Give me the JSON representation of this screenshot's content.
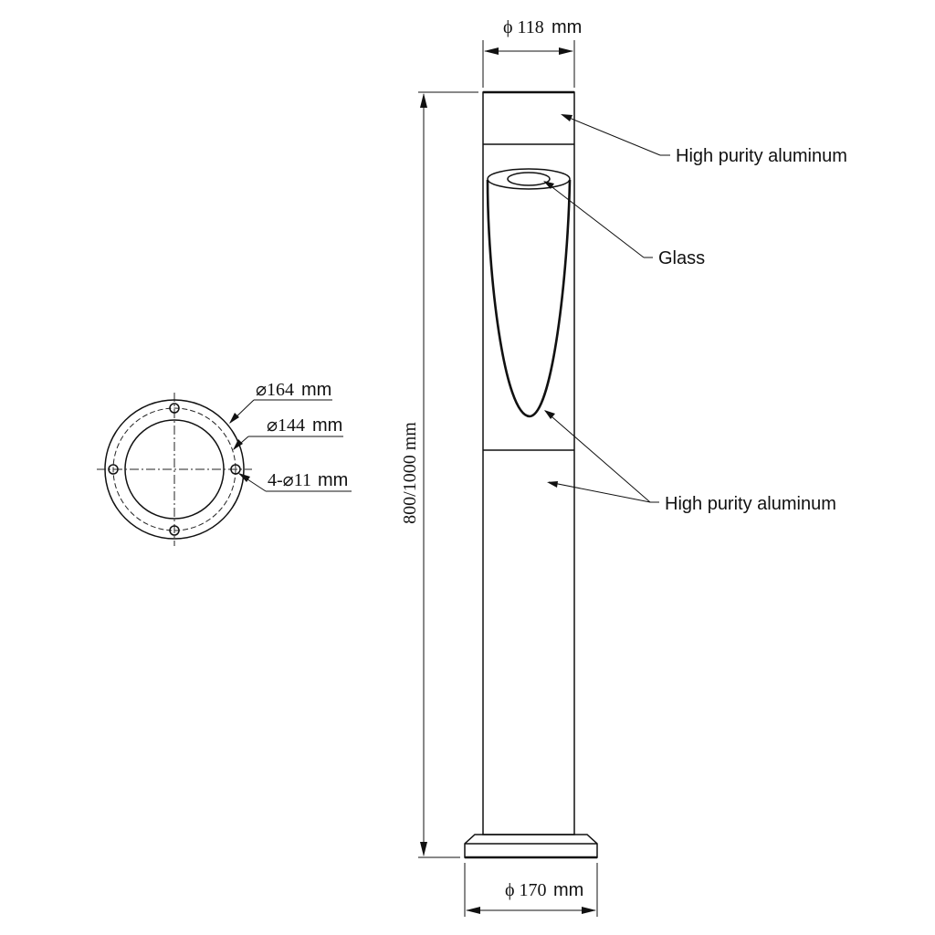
{
  "dimensions": {
    "top_width": "ϕ 118",
    "top_width_unit": "mm",
    "base_width": "ϕ 170",
    "base_width_unit": "mm",
    "height": "800/1000 mm"
  },
  "callouts": {
    "top_cap": "High purity aluminum",
    "glass": "Glass",
    "lower_body": "High purity aluminum"
  },
  "flange": {
    "outer_diameter": "⌀164",
    "outer_diameter_unit": "mm",
    "inner_diameter": "⌀144",
    "inner_diameter_unit": "mm",
    "holes": "4-⌀11",
    "holes_unit": "mm"
  }
}
